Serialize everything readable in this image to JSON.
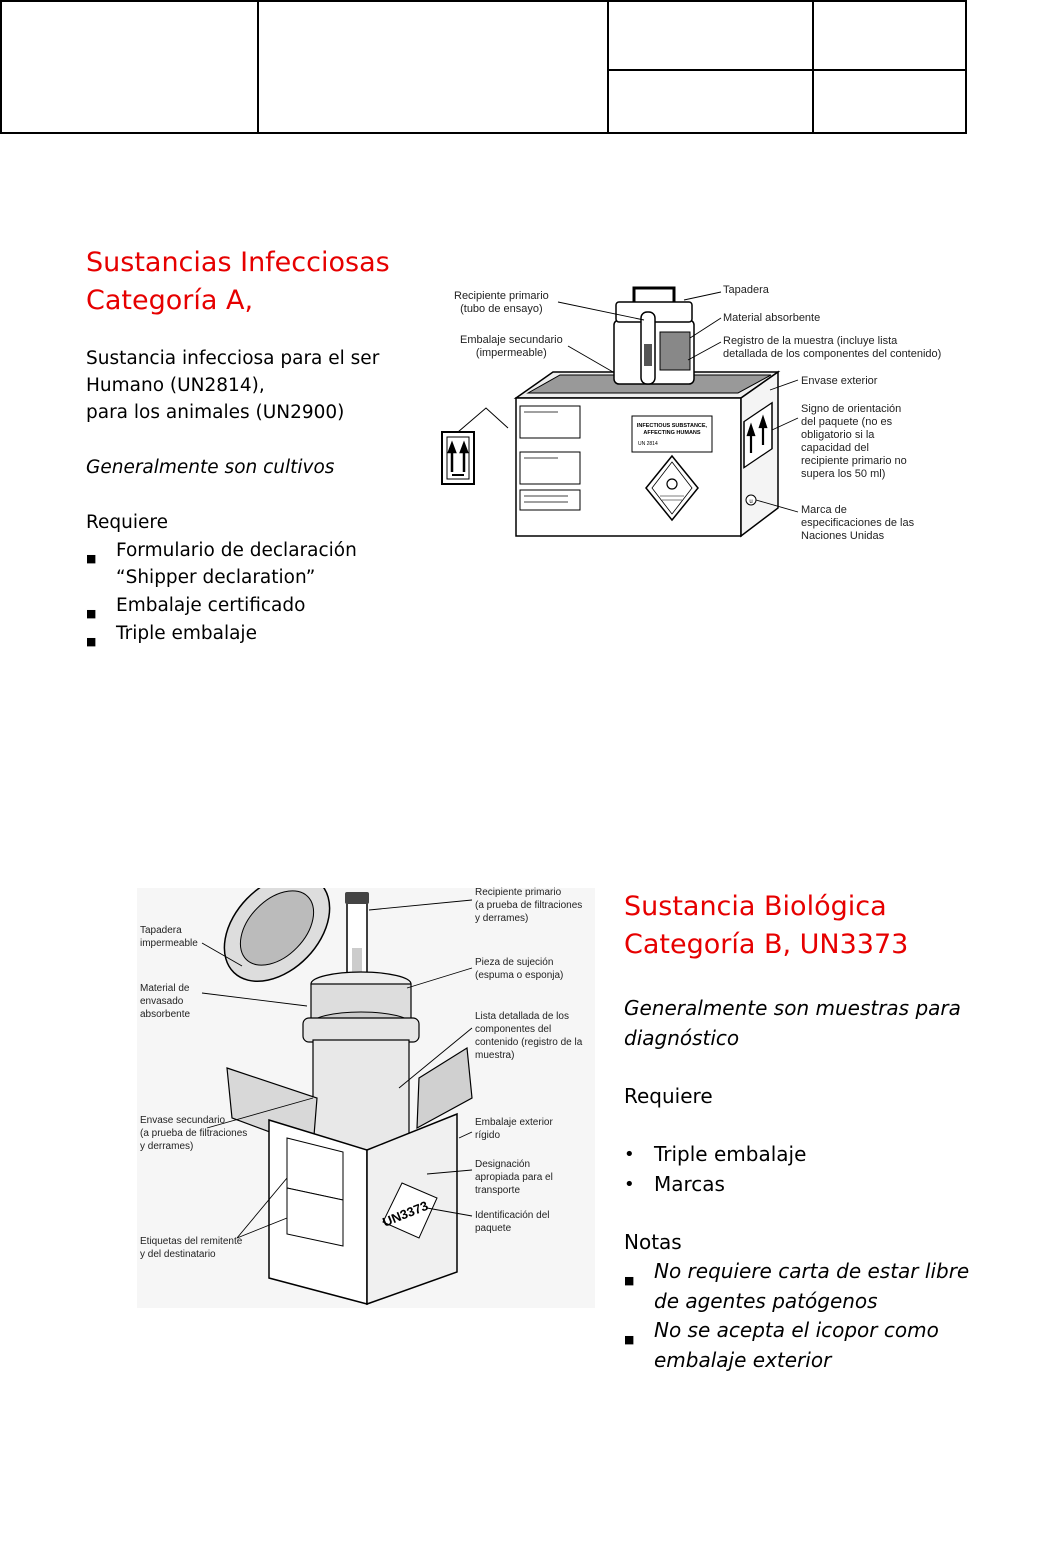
{
  "sectionA": {
    "title_line1": "Sustancias Infecciosas",
    "title_line2": "Categoría A,",
    "para1": "Sustancia infecciosa para el ser",
    "para2": "Humano (UN2814),",
    "para3": "para los animales (UN2900)",
    "italic_note": "Generalmente son cultivos",
    "requires_label": "Requiere",
    "bullets": [
      {
        "line1": "Formulario de declaración",
        "line2": "“Shipper declaration”"
      },
      {
        "line1": "Embalaje certificado",
        "line2": ""
      },
      {
        "line1": "Triple embalaje",
        "line2": ""
      }
    ],
    "diagram_labels": {
      "primary": [
        "Recipiente primario",
        "(tubo de ensayo)"
      ],
      "secondary": [
        "Embalaje secundario",
        "(impermeable)"
      ],
      "lid": "Tapadera",
      "absorbent": "Material absorbente",
      "record": [
        "Registro de la muestra (incluye lista",
        "detallada de los componentes del contenido)"
      ],
      "outer": "Envase exterior",
      "orientation": [
        "Signo de orientación",
        "del paquete (no es",
        "obligatorio si la",
        "capacidad del",
        "recipiente primario no",
        "supera los 50 ml)"
      ],
      "un_mark": [
        "Marca de",
        "especificaciones de las",
        "Naciones Unidas"
      ],
      "box_label": [
        "INFECTIOUS SUBSTANCE,",
        "AFFECTING HUMANS",
        "UN 2814"
      ]
    }
  },
  "sectionB": {
    "title_line1": "Sustancia Biológica",
    "title_line2": "Categoría B, UN3373",
    "italic_line1": "Generalmente son muestras para",
    "italic_line2": "diagnóstico",
    "requires_label": "Requiere",
    "bullets": [
      "Triple embalaje",
      "Marcas"
    ],
    "notes_label": "Notas",
    "notes": [
      {
        "line1": "No requiere carta de estar libre",
        "line2": "de agentes patógenos"
      },
      {
        "line1": "No se acepta el icopor como",
        "line2": "embalaje exterior"
      }
    ],
    "diagram_labels": {
      "primary": [
        "Recipiente primario",
        "(a prueba de filtraciones",
        "y derrames)"
      ],
      "lid": [
        "Tapadera",
        "impermeable"
      ],
      "absorbent": [
        "Material de",
        "envasado",
        "absorbente"
      ],
      "holder": [
        "Pieza de sujeción",
        "(espuma o esponja)"
      ],
      "list": [
        "Lista detallada de los",
        "componentes del",
        "contenido (registro de la",
        "muestra)"
      ],
      "outer": [
        "Embalaje exterior",
        "rígido"
      ],
      "secondary": [
        "Envase secundario",
        "(a prueba de filtraciones",
        "y derrames)"
      ],
      "designation": [
        "Designación",
        "apropiada para el",
        "transporte"
      ],
      "labels": [
        "Etiquetas del remitente",
        "y del destinatario"
      ],
      "package_id": [
        "Identificación del",
        "paquete"
      ],
      "un_code": "UN3373"
    }
  }
}
